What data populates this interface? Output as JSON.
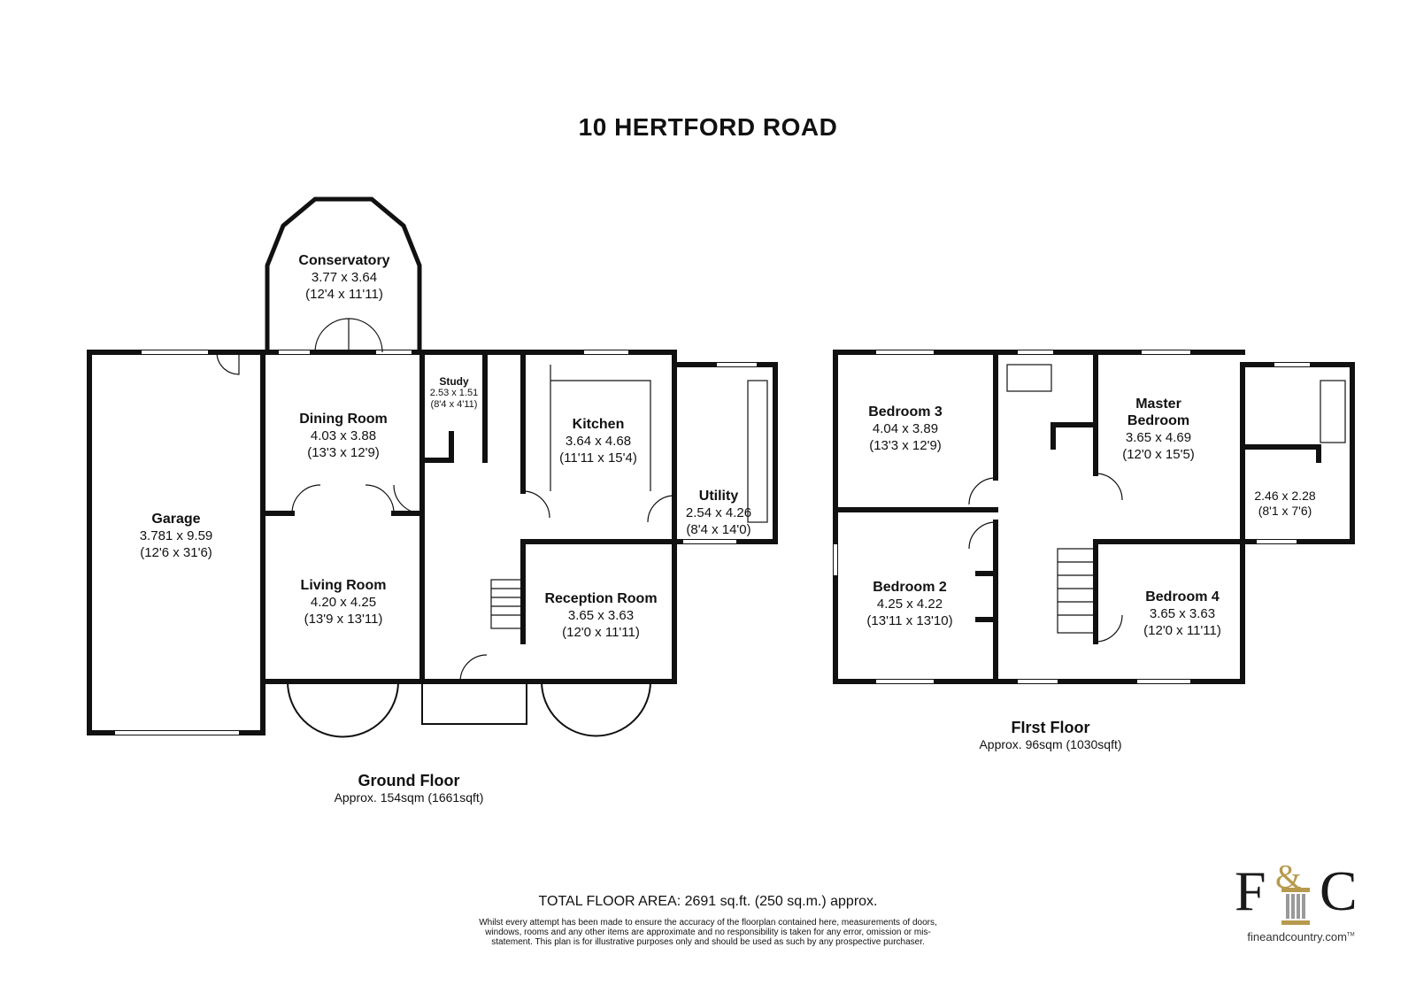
{
  "title": "10 HERTFORD ROAD",
  "rooms": {
    "conservatory": {
      "name": "Conservatory",
      "metric": "3.77 x 3.64",
      "imperial": "(12'4 x 11'11)"
    },
    "garage": {
      "name": "Garage",
      "metric": "3.781 x 9.59",
      "imperial": "(12'6 x 31'6)"
    },
    "dining": {
      "name": "Dining Room",
      "metric": "4.03 x 3.88",
      "imperial": "(13'3 x 12'9)"
    },
    "study": {
      "name": "Study",
      "metric": "2.53 x 1.51",
      "imperial": "(8'4 x 4'11)"
    },
    "kitchen": {
      "name": "Kitchen",
      "metric": "3.64 x 4.68",
      "imperial": "(11'11 x 15'4)"
    },
    "utility": {
      "name": "Utility",
      "metric": "2.54 x 4.26",
      "imperial": "(8'4 x 14'0)"
    },
    "living": {
      "name": "Living Room",
      "metric": "4.20 x 4.25",
      "imperial": "(13'9 x 13'11)"
    },
    "reception": {
      "name": "Reception Room",
      "metric": "3.65 x 3.63",
      "imperial": "(12'0 x 11'11)"
    },
    "bedroom3": {
      "name": "Bedroom 3",
      "metric": "4.04 x 3.89",
      "imperial": "(13'3 x 12'9)"
    },
    "master": {
      "name": "Master",
      "name2": "Bedroom",
      "metric": "3.65 x 4.69",
      "imperial": "(12'0 x 15'5)"
    },
    "ensuite": {
      "metric": "2.46 x 2.28",
      "imperial": "(8'1 x 7'6)"
    },
    "bedroom2": {
      "name": "Bedroom 2",
      "metric": "4.25 x 4.22",
      "imperial": "(13'11 x 13'10)"
    },
    "bedroom4": {
      "name": "Bedroom 4",
      "metric": "3.65 x 3.63",
      "imperial": "(12'0 x 11'11)"
    }
  },
  "floors": {
    "ground": {
      "name": "Ground Floor",
      "area": "Approx. 154sqm (1661sqft)"
    },
    "first": {
      "name": "FIrst Floor",
      "area": "Approx. 96sqm (1030sqft)"
    }
  },
  "total": "TOTAL FLOOR AREA: 2691 sq.ft. (250 sq.m.) approx.",
  "disclaimer": "Whilst every attempt has been made to ensure the accuracy of the floorplan contained here, measurements of doors, windows, rooms and any other items are approximate and no responsibility is taken for any error, omission or mis-statement. This plan is for illustrative purposes only and should be used as such by any prospective purchaser.",
  "logo": {
    "f": "F",
    "amp": "&",
    "c": "C",
    "url": "fineandcountry.com",
    "tm": "TM"
  },
  "colors": {
    "wall": "#111111",
    "logo_gold": "#b79a4e"
  }
}
